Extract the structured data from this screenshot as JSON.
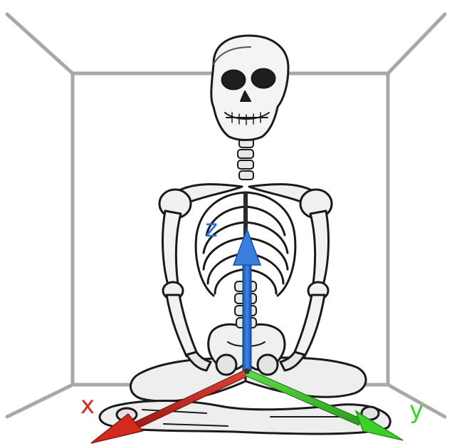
{
  "axes": {
    "x": {
      "label": "x",
      "color": "#d42a1e",
      "shaft_color": "#8b1a12"
    },
    "y": {
      "label": "y",
      "color": "#3ecf2a",
      "shaft_color": "#2a8f1a"
    },
    "z": {
      "label": "z",
      "color": "#2a6fd4",
      "shaft_color": "#1d4fa8"
    }
  },
  "room": {
    "edge_color": "#a8a8a8"
  },
  "figure": {
    "subject": "seated skeleton",
    "ink": "#1a1a1a",
    "bone": "#f2f2f2"
  }
}
